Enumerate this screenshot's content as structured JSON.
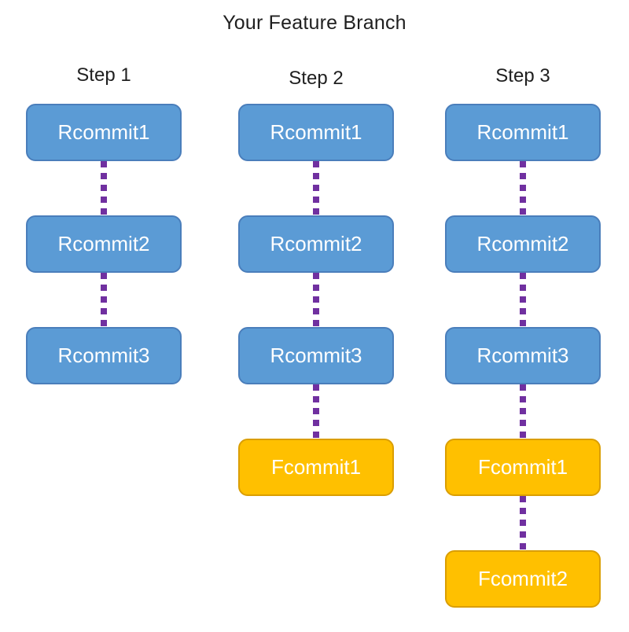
{
  "title": "Your Feature Branch",
  "colors": {
    "background": "#FFFFFF",
    "text_dark": "#1F1F1F",
    "box_text": "#FFFFFF",
    "commit_blue": "#5B9BD5",
    "commit_blue_border": "#4A7EBB",
    "feature_gold": "#FFC000",
    "feature_gold_border": "#DA9E00",
    "connector_purple": "#7030A0"
  },
  "columns": [
    {
      "header": "Step 1",
      "commits": [
        {
          "label": "Rcommit1",
          "type": "release"
        },
        {
          "label": "Rcommit2",
          "type": "release"
        },
        {
          "label": "Rcommit3",
          "type": "release"
        }
      ]
    },
    {
      "header": "Step 2",
      "commits": [
        {
          "label": "Rcommit1",
          "type": "release"
        },
        {
          "label": "Rcommit2",
          "type": "release"
        },
        {
          "label": "Rcommit3",
          "type": "release"
        },
        {
          "label": "Fcommit1",
          "type": "feature"
        }
      ]
    },
    {
      "header": "Step 3",
      "commits": [
        {
          "label": "Rcommit1",
          "type": "release"
        },
        {
          "label": "Rcommit2",
          "type": "release"
        },
        {
          "label": "Rcommit3",
          "type": "release"
        },
        {
          "label": "Fcommit1",
          "type": "feature"
        },
        {
          "label": "Fcommit2",
          "type": "feature"
        }
      ]
    }
  ]
}
